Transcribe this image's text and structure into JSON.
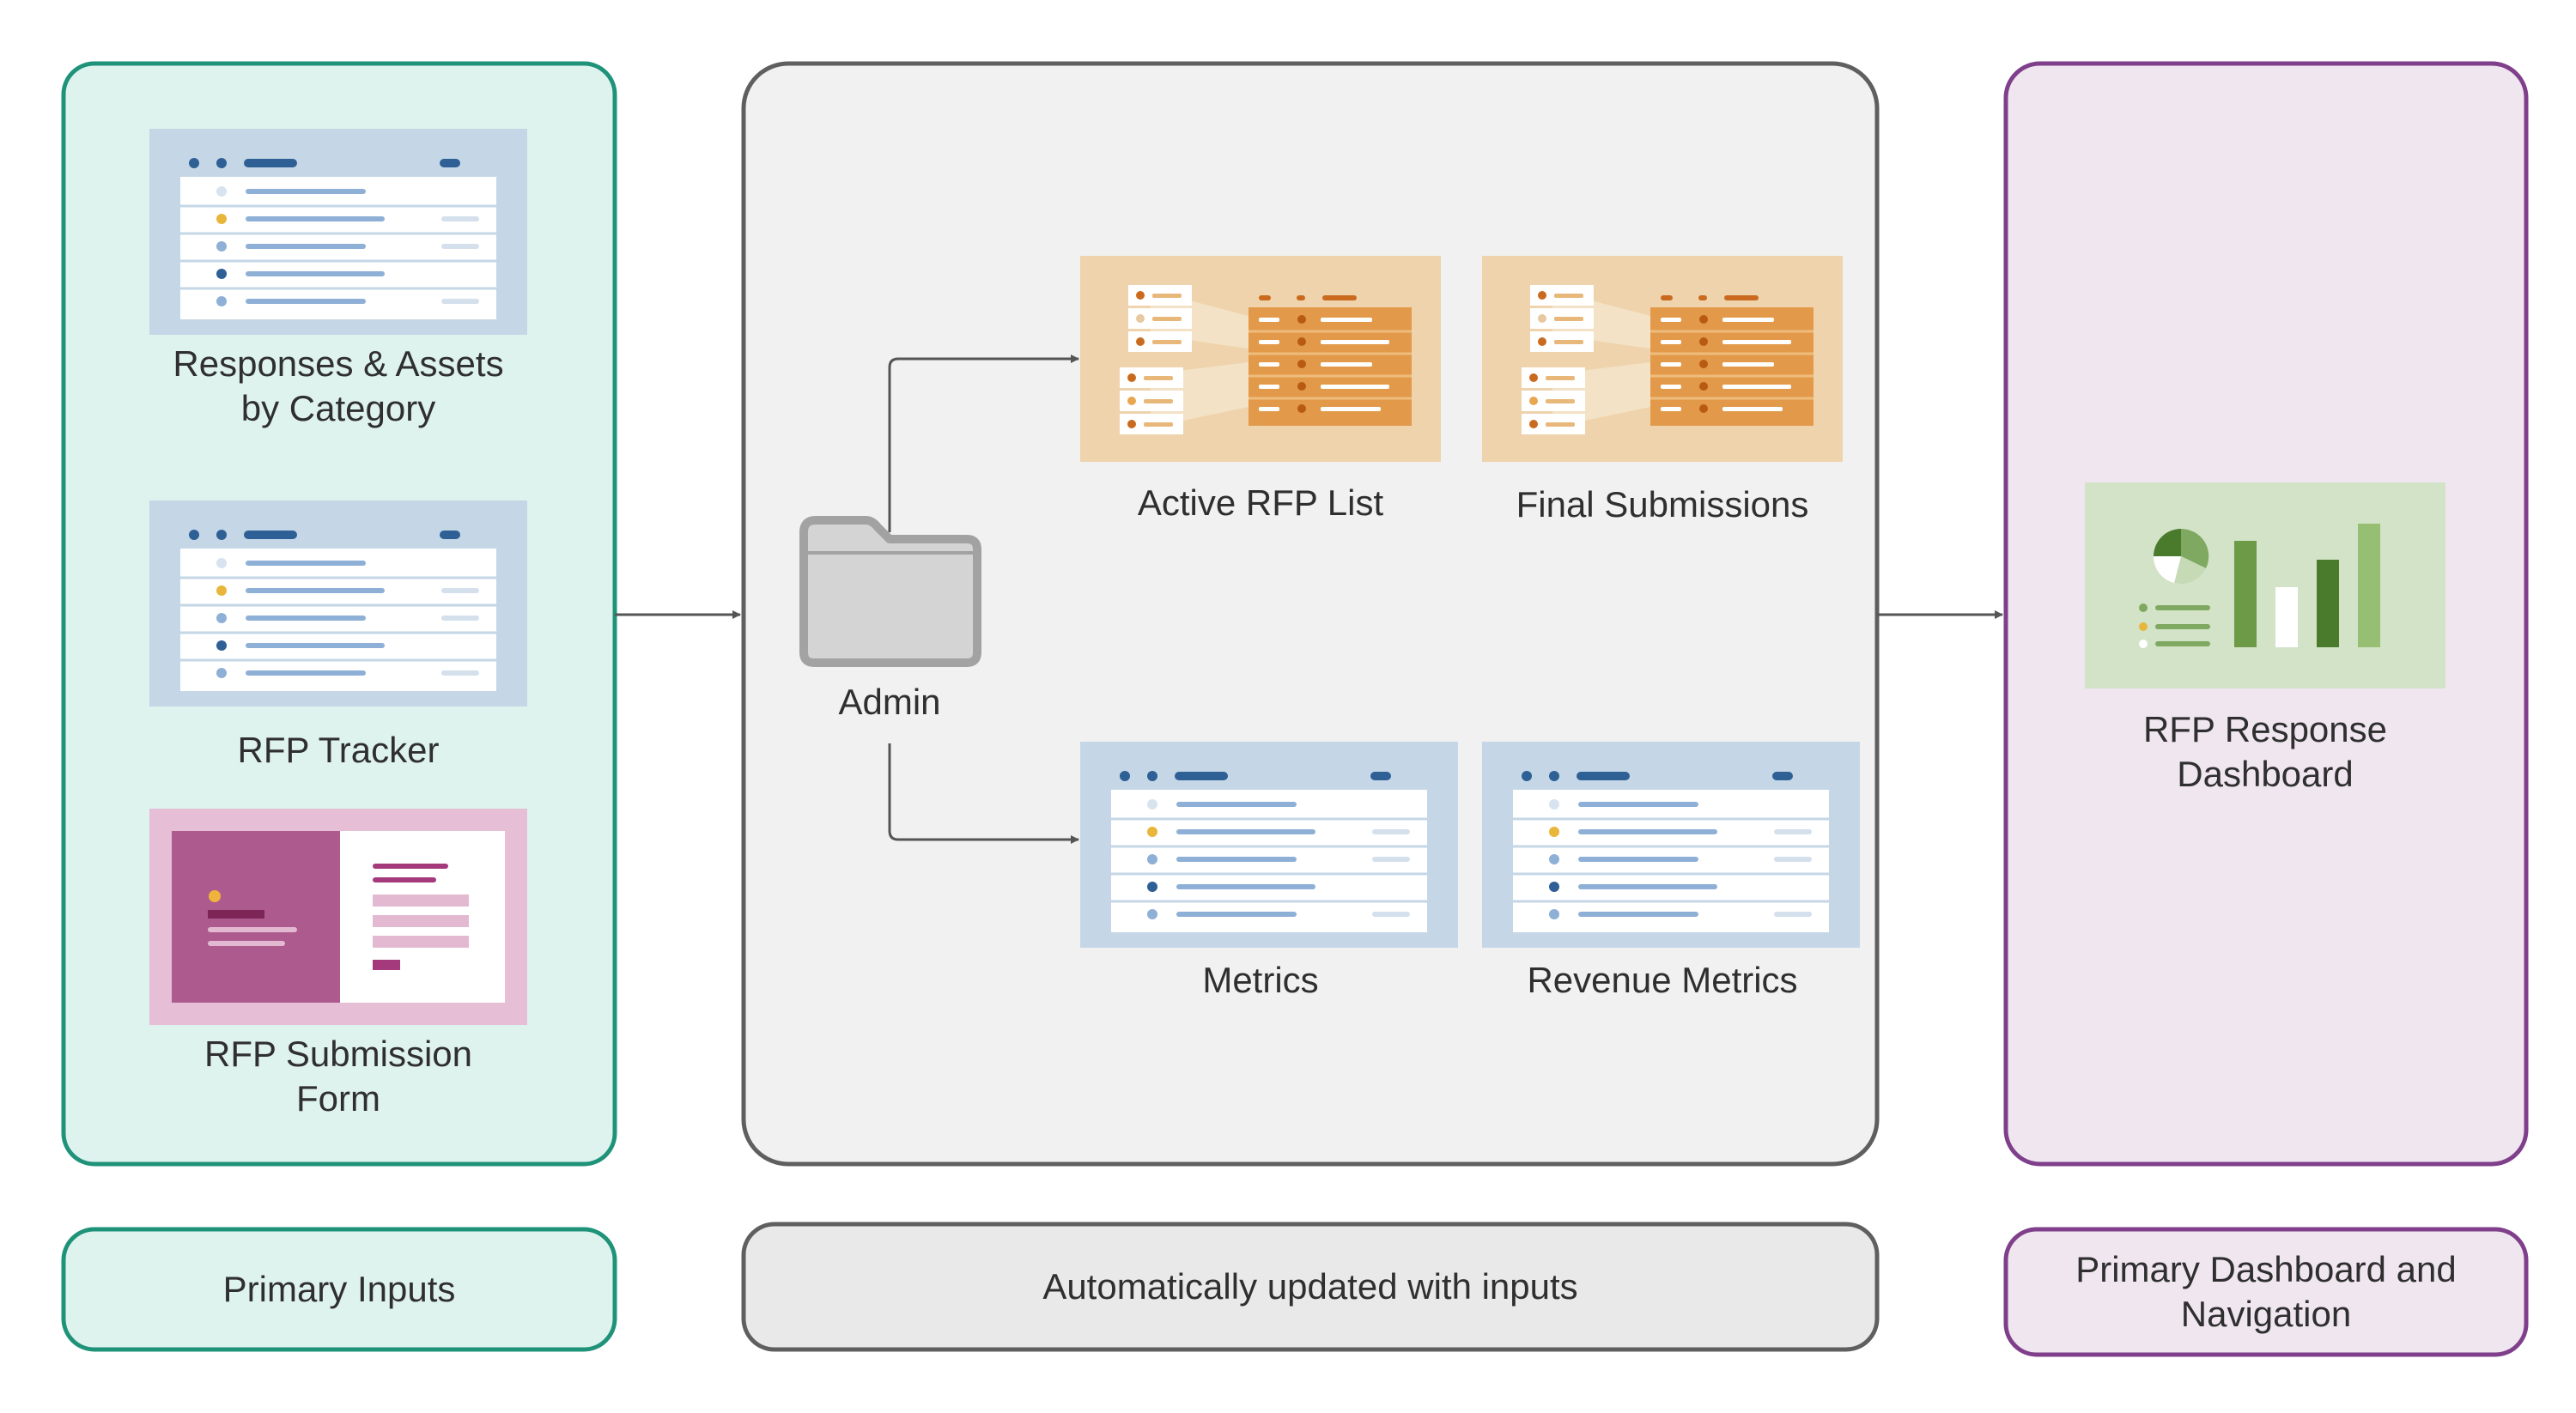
{
  "panels": {
    "inputs": {
      "footer": "Primary Inputs",
      "items": [
        {
          "label": "Responses & Assets by Category"
        },
        {
          "label": "RFP Tracker"
        },
        {
          "label": "RFP Submission Form"
        }
      ]
    },
    "middle": {
      "footer": "Automatically updated with inputs",
      "folder": {
        "label": "Admin",
        "icon": "folder-icon"
      },
      "items": [
        {
          "label": "Active RFP List"
        },
        {
          "label": "Final Submissions"
        },
        {
          "label": "Metrics"
        },
        {
          "label": "Revenue Metrics"
        }
      ]
    },
    "dashboard": {
      "footer": "Primary Dashboard and Navigation",
      "items": [
        {
          "label": "RFP Response Dashboard"
        }
      ]
    }
  },
  "colors": {
    "inputs_border": "#1f9379",
    "inputs_fill": "#dff3ee",
    "middle_border": "#5f5f5f",
    "middle_fill": "#f1f1f1",
    "dashboard_border": "#7f3f8b",
    "dashboard_fill": "#efe6ef",
    "sheet_blue": "#c5d7e6",
    "report_orange": "#eed3ad",
    "form_pink": "#e6bfd6",
    "dashboard_green": "#d2e3c8"
  }
}
